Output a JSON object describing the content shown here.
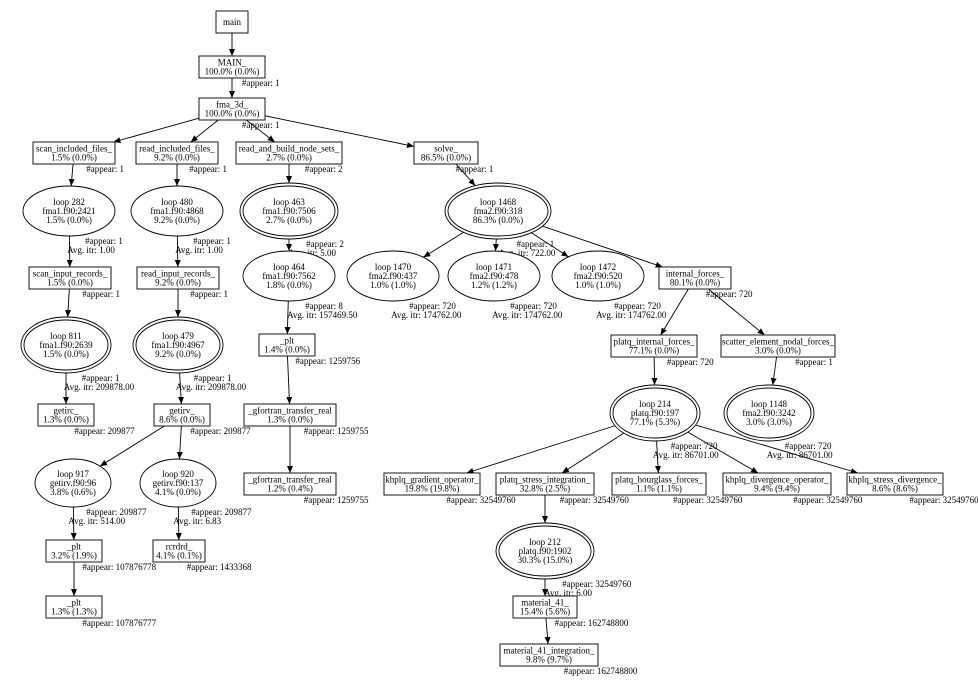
{
  "nodes": {
    "main": {
      "kind": "box",
      "lines": [
        "main"
      ]
    },
    "MAIN": {
      "kind": "box",
      "lines": [
        "MAIN_",
        "100.0% (0.0%)"
      ],
      "appear": "#appear: 1"
    },
    "fma3d": {
      "kind": "box",
      "lines": [
        "fma_3d_",
        "100.0% (0.0%)"
      ],
      "appear": "#appear: 1"
    },
    "scan_inc": {
      "kind": "box",
      "lines": [
        "scan_included_files_",
        "1.5% (0.0%)"
      ],
      "appear": "#appear: 1"
    },
    "read_inc": {
      "kind": "box",
      "lines": [
        "read_included_files_",
        "9.2% (0.0%)"
      ],
      "appear": "#appear: 1"
    },
    "read_build": {
      "kind": "box",
      "lines": [
        "read_and_build_node_sets_",
        "2.7% (0.0%)"
      ],
      "appear": "#appear: 2"
    },
    "solve": {
      "kind": "box",
      "lines": [
        "solve_",
        "86.5% (0.0%)"
      ],
      "appear": "#appear: 1"
    },
    "loop282": {
      "kind": "loop",
      "lines": [
        "loop 282",
        "fma1.f90:2421",
        "1.5% (0.0%)"
      ],
      "appear": "#appear: 1",
      "itr": "Avg. itr: 1.00"
    },
    "loop480": {
      "kind": "loop",
      "lines": [
        "loop 480",
        "fma1.f90:4868",
        "9.2% (0.0%)"
      ],
      "appear": "#appear: 1",
      "itr": "Avg. itr: 1.00"
    },
    "loop463": {
      "kind": "loop2",
      "lines": [
        "loop 463",
        "fma1.f90:7506",
        "2.7% (0.0%)"
      ],
      "appear": "#appear: 2",
      "itr": "Avg. itr: 5.00"
    },
    "loop1468": {
      "kind": "loop2",
      "lines": [
        "loop 1468",
        "fma2.f90:318",
        "86.3% (0.0%)"
      ],
      "appear": "#appear: 1",
      "itr": "Avg. itr: 722.00"
    },
    "scan_input": {
      "kind": "box",
      "lines": [
        "scan_input_records_",
        "1.5% (0.0%)"
      ],
      "appear": "#appear: 1"
    },
    "read_input": {
      "kind": "box",
      "lines": [
        "read_input_records_",
        "9.2% (0.0%)"
      ],
      "appear": "#appear: 1"
    },
    "loop464": {
      "kind": "loop",
      "lines": [
        "loop 464",
        "fma1.f90:7562",
        "1.8% (0.0%)"
      ],
      "appear": "#appear: 8",
      "itr": "Avg. itr: 157469.50"
    },
    "loop1470": {
      "kind": "loop",
      "lines": [
        "loop 1470",
        "fma2.f90:437",
        "1.0% (1.0%)"
      ],
      "appear": "#appear: 720",
      "itr": "Avg. itr: 174762.00"
    },
    "loop1471": {
      "kind": "loop",
      "lines": [
        "loop 1471",
        "fma2.f90:478",
        "1.2% (1.2%)"
      ],
      "appear": "#appear: 720",
      "itr": "Avg. itr: 174762.00"
    },
    "loop1472": {
      "kind": "loop",
      "lines": [
        "loop 1472",
        "fma2.f90:520",
        "1.0% (1.0%)"
      ],
      "appear": "#appear: 720",
      "itr": "Avg. itr: 174762.00"
    },
    "internal": {
      "kind": "box",
      "lines": [
        "internal_forces_",
        "80.1% (0.0%)"
      ],
      "appear": "#appear: 720"
    },
    "loop811": {
      "kind": "loop2",
      "lines": [
        "loop 811",
        "fma1.f90:2639",
        "1.5% (0.0%)"
      ],
      "appear": "#appear: 1",
      "itr": "Avg. itr: 209878.00"
    },
    "loop479": {
      "kind": "loop2",
      "lines": [
        "loop 479",
        "fma1.f90:4967",
        "9.2% (0.0%)"
      ],
      "appear": "#appear: 1",
      "itr": "Avg. itr: 209878.00"
    },
    "plt1": {
      "kind": "box",
      "lines": [
        "_plt",
        "1.4% (0.0%)"
      ],
      "appear": "#appear: 1259756"
    },
    "platq_int": {
      "kind": "box",
      "lines": [
        "platq_internal_forces_",
        "77.1% (0.0%)"
      ],
      "appear": "#appear: 720"
    },
    "scatter": {
      "kind": "box",
      "lines": [
        "scatter_element_nodal_forces_",
        "3.0% (0.0%)"
      ],
      "appear": "#appear: 1"
    },
    "getirc": {
      "kind": "box",
      "lines": [
        "getirc_",
        "1.3% (0.0%)"
      ],
      "appear": "#appear: 209877"
    },
    "getirv": {
      "kind": "box",
      "lines": [
        "getirv_",
        "8.6% (0.0%)"
      ],
      "appear": "#appear: 209877"
    },
    "gft1": {
      "kind": "box",
      "lines": [
        "_gfortran_transfer_real",
        "1.3% (0.0%)"
      ],
      "appear": "#appear: 1259755"
    },
    "loop214": {
      "kind": "loop2",
      "lines": [
        "loop 214",
        "platq.f90:197",
        "77.1% (5.3%)"
      ],
      "appear": "#appear: 720",
      "itr": "Avg. itr: 86701.00"
    },
    "loop1148": {
      "kind": "loop2",
      "lines": [
        "loop 1148",
        "fma2.f90:3242",
        "3.0% (3.0%)"
      ],
      "appear": "#appear: 720",
      "itr": "Avg. itr: 86701.00"
    },
    "loop917": {
      "kind": "loop",
      "lines": [
        "loop 917",
        "getirv.f90:96",
        "3.8% (0.6%)"
      ],
      "appear": "#appear: 209877",
      "itr": "Avg. itr: 514.00"
    },
    "loop920": {
      "kind": "loop",
      "lines": [
        "loop 920",
        "getirv.f90:137",
        "4.1% (0.0%)"
      ],
      "appear": "#appear: 209877",
      "itr": "Avg. itr: 6.83"
    },
    "gft2": {
      "kind": "box",
      "lines": [
        "_gfortran_transfer_real",
        "1.2% (0.4%)"
      ],
      "appear": "#appear: 1259755"
    },
    "khplq_grad": {
      "kind": "box",
      "lines": [
        "khplq_gradient_operator_",
        "19.8% (19.8%)"
      ],
      "appear": "#appear: 32549760"
    },
    "platq_stress": {
      "kind": "box",
      "lines": [
        "platq_stress_integration_",
        "32.8% (2.5%)"
      ],
      "appear": "#appear: 32549760"
    },
    "platq_hour": {
      "kind": "box",
      "lines": [
        "platq_hourglass_forces_",
        "1.1% (1.1%)"
      ],
      "appear": "#appear: 32549760"
    },
    "khplq_div": {
      "kind": "box",
      "lines": [
        "khplq_divergence_operator_",
        "9.4% (9.4%)"
      ],
      "appear": "#appear: 32549760"
    },
    "khplq_sdiv": {
      "kind": "box",
      "lines": [
        "khplq_stress_divergence_",
        "8.6% (8.6%)"
      ],
      "appear": "#appear: 32549760"
    },
    "plt2": {
      "kind": "box",
      "lines": [
        "_plt",
        "3.2% (1.9%)"
      ],
      "appear": "#appear: 107876778"
    },
    "rcrdrd": {
      "kind": "box",
      "lines": [
        "rcrdrd_",
        "4.1% (0.1%)"
      ],
      "appear": "#appear: 1433368"
    },
    "loop212": {
      "kind": "loop2",
      "lines": [
        "loop 212",
        "platq.f90:1902",
        "30.3% (15.0%)"
      ],
      "appear": "#appear: 32549760",
      "itr": "Avg. itr: 6.00"
    },
    "plt3": {
      "kind": "box",
      "lines": [
        "_plt",
        "1.3% (1.3%)"
      ],
      "appear": "#appear: 107876777"
    },
    "material41": {
      "kind": "box",
      "lines": [
        "material_41_",
        "15.4% (5.6%)"
      ],
      "appear": "#appear: 162748800"
    },
    "material41i": {
      "kind": "box",
      "lines": [
        "material_41_integration_",
        "9.8% (9.7%)"
      ],
      "appear": "#appear: 162748800"
    }
  }
}
